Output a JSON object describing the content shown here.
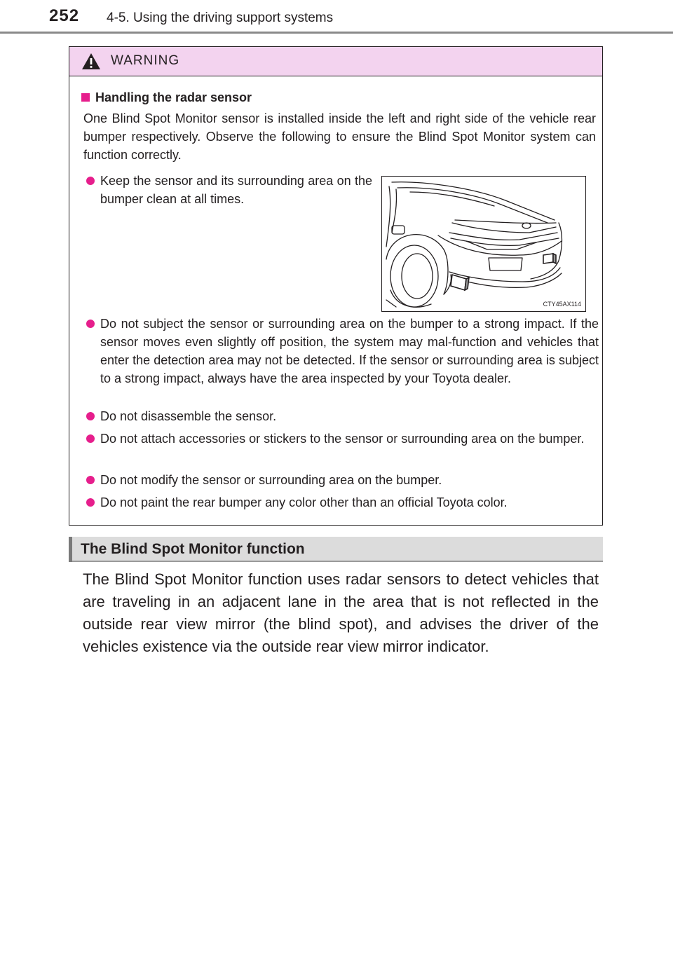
{
  "header": {
    "page_number": "252",
    "section": "4-5. Using the driving support systems"
  },
  "warning": {
    "title": "WARNING",
    "subheading": "Handling the radar sensor",
    "intro": "One Blind Spot Monitor sensor is installed inside the left and right side of the vehicle rear bumper respectively. Observe the following to ensure the Blind Spot Monitor system can function correctly.",
    "bullets": [
      "Keep the sensor and its surrounding area on the bumper clean at all times.",
      "Do not subject the sensor or surrounding area on the bumper to a strong impact. If the sensor moves even slightly off position, the system may mal-function and vehicles that enter the detection area may not be detected. If the sensor or surrounding area is subject to a strong impact, always have the area inspected by your Toyota dealer.",
      "Do not disassemble the sensor.",
      "Do not attach accessories or stickers to the sensor or surrounding area on the bumper.",
      "Do not modify the sensor or surrounding area on the bumper.",
      "Do not paint the rear bumper any color other than an official Toyota color."
    ],
    "figure_code": "CTY45AX114"
  },
  "section": {
    "title": "The Blind Spot Monitor function",
    "body": "The Blind Spot Monitor function uses radar sensors to detect vehicles that are traveling in an adjacent lane in the area that is not reflected in the outside rear view mirror (the blind spot), and advises the driver of the vehicles existence via the outside rear view mirror indicator."
  },
  "colors": {
    "warning_header_bg": "#f3d3ef",
    "bullet_accent": "#e61e8c",
    "section_bar_bg": "#dcdcdc"
  }
}
